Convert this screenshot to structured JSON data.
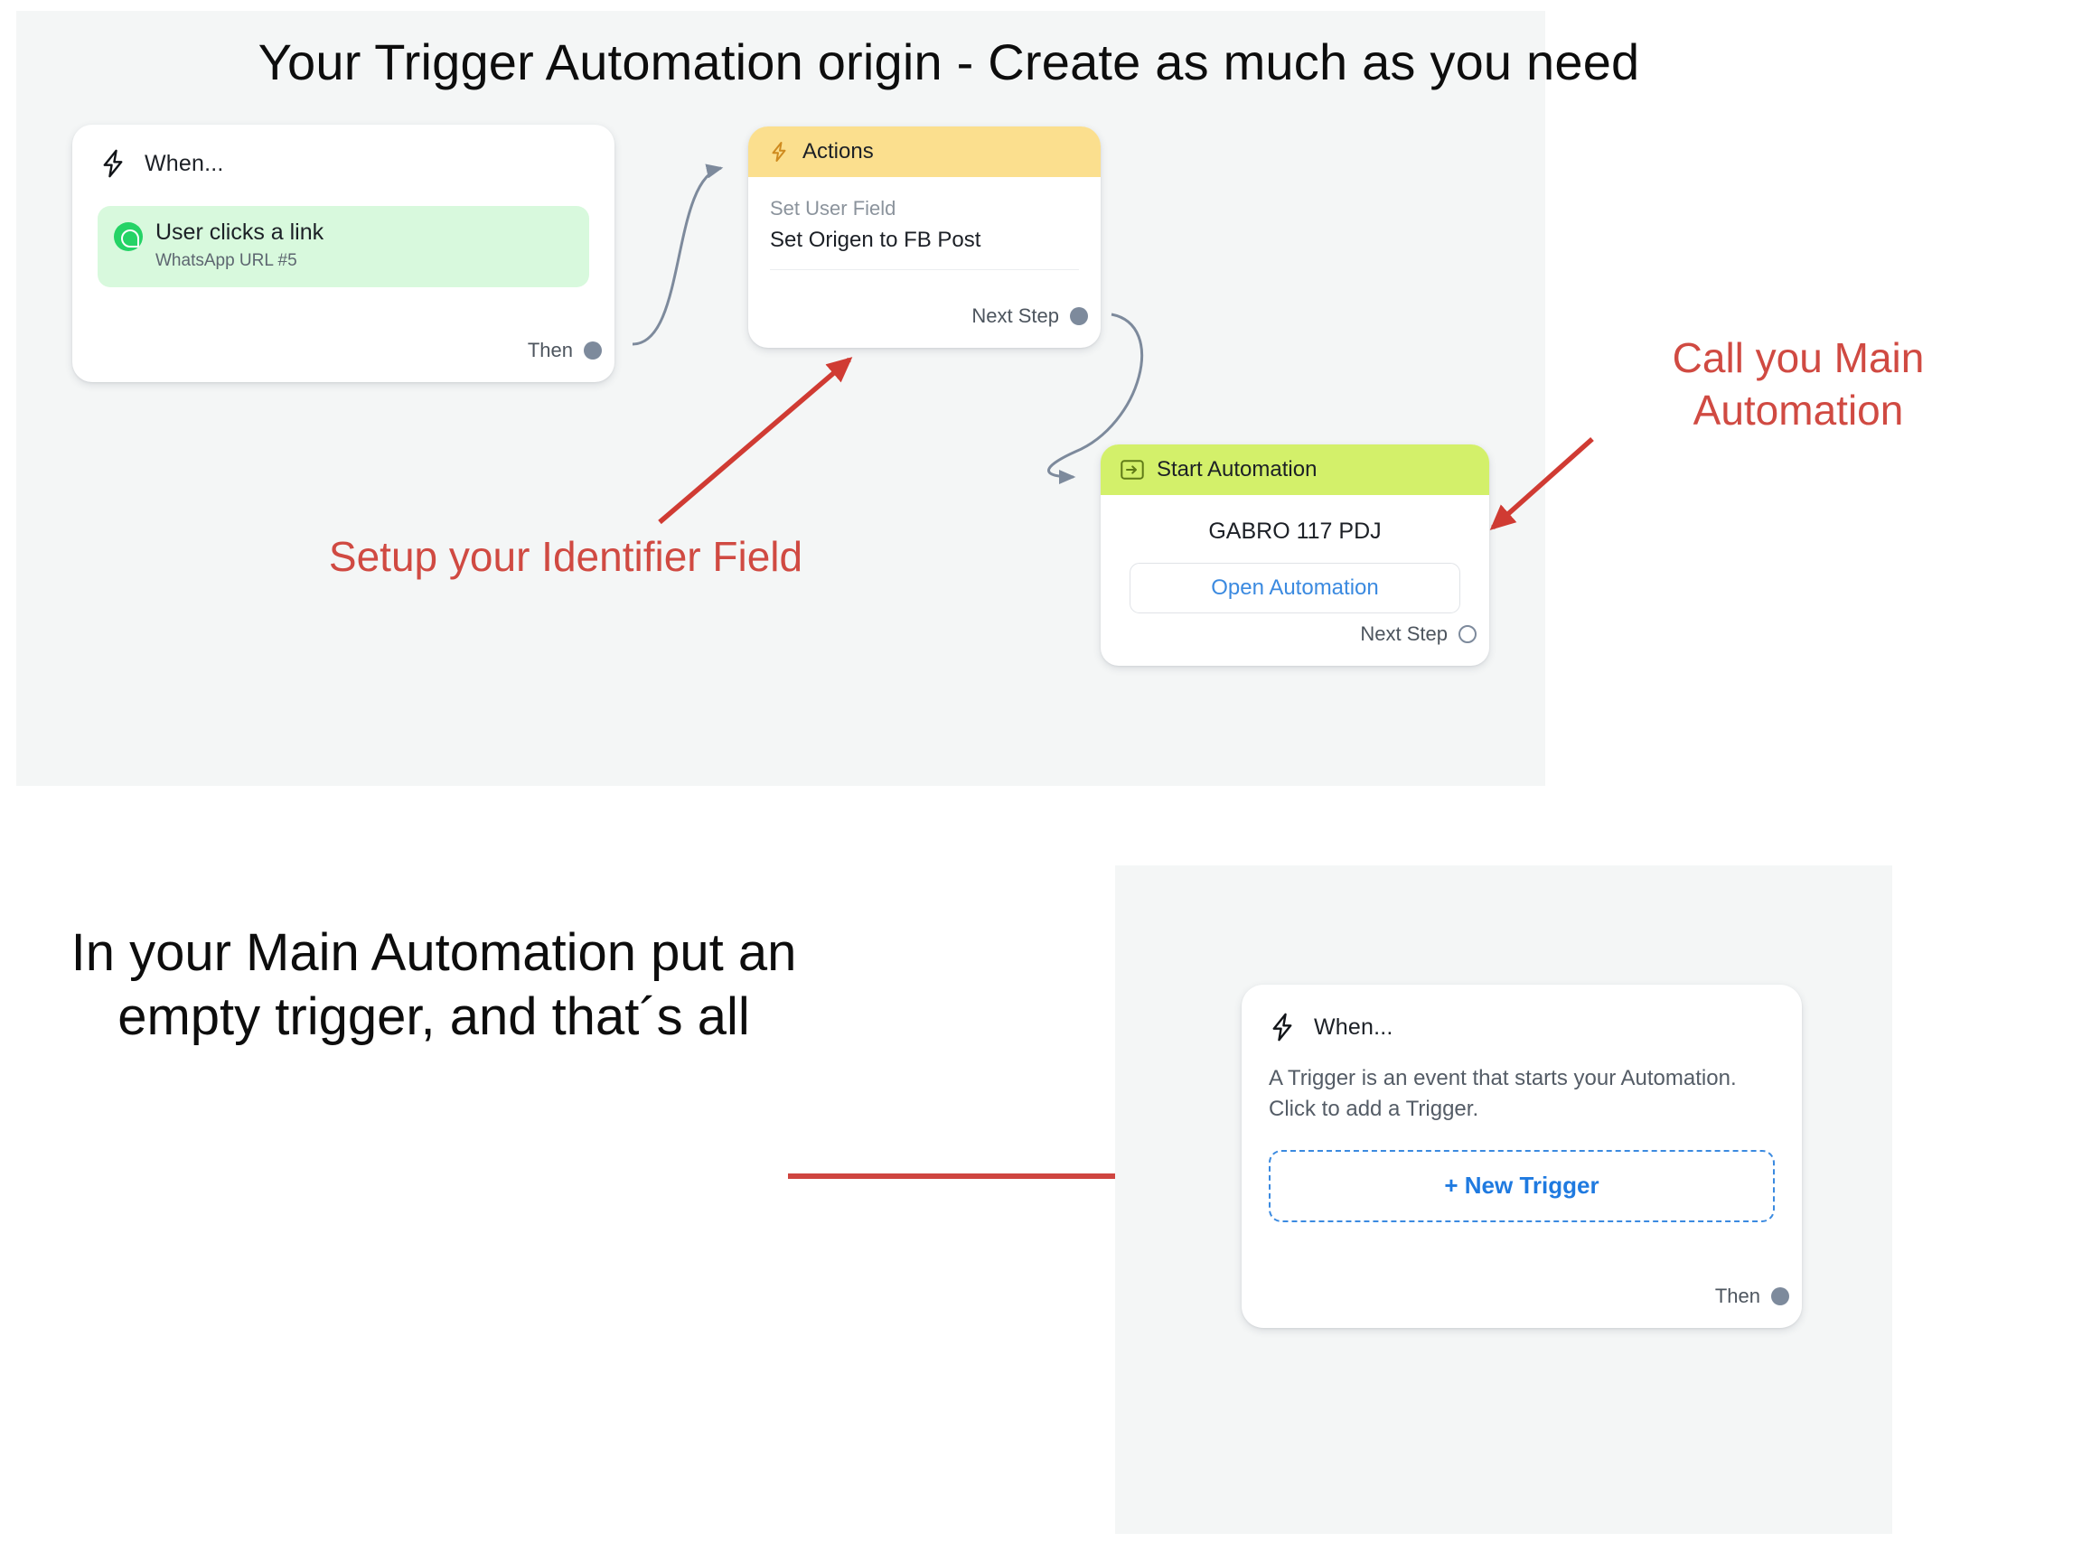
{
  "slide": {
    "title": "Your Trigger Automation origin - Create as much as you need",
    "note": "In your Main Automation put an empty trigger, and that´s all",
    "annotations": {
      "identifier": "Setup your Identifier Field",
      "call_main": "Call you Main Automation"
    },
    "accent_red": "#d04a42",
    "canvas_bg": "#f4f6f6"
  },
  "top_flow": {
    "when_card": {
      "icon": "lightning-bolt-icon",
      "header": "When...",
      "trigger": {
        "icon": "whatsapp-icon",
        "title": "User clicks a link",
        "subtitle": "WhatsApp URL #5"
      },
      "port_label": "Then"
    },
    "actions_card": {
      "icon": "lightning-bolt-icon",
      "header": "Actions",
      "header_color": "#fbdf8e",
      "action_kind": "Set User Field",
      "action_value": "Set Origen to FB Post",
      "port_label": "Next Step"
    },
    "start_automation_card": {
      "icon": "enter-arrow-icon",
      "header": "Start Automation",
      "header_color": "#d3f06a",
      "automation_name": "GABRO 117 PDJ",
      "open_button": "Open Automation",
      "port_label": "Next Step"
    }
  },
  "bottom_flow": {
    "when_card": {
      "icon": "lightning-bolt-icon",
      "header": "When...",
      "description_line1": "A Trigger is an event that starts your Automation.",
      "description_line2": "Click to add a Trigger.",
      "new_trigger_button": "+ New Trigger",
      "port_label": "Then"
    }
  }
}
